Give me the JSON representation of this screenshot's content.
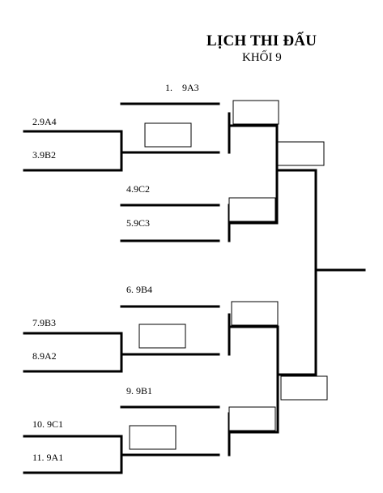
{
  "title": "LỊCH THI ĐẤU",
  "subtitle": "KHỐI 9",
  "teams": [
    {
      "label": "1.    9A3"
    },
    {
      "label": "2.9A4"
    },
    {
      "label": "3.9B2"
    },
    {
      "label": "4.9C2"
    },
    {
      "label": "5.9C3"
    },
    {
      "label": "6. 9B4"
    },
    {
      "label": "7.9B3"
    },
    {
      "label": "8.9A2"
    },
    {
      "label": "9. 9B1"
    },
    {
      "label": "10. 9C1"
    },
    {
      "label": "11. 9A1"
    }
  ]
}
